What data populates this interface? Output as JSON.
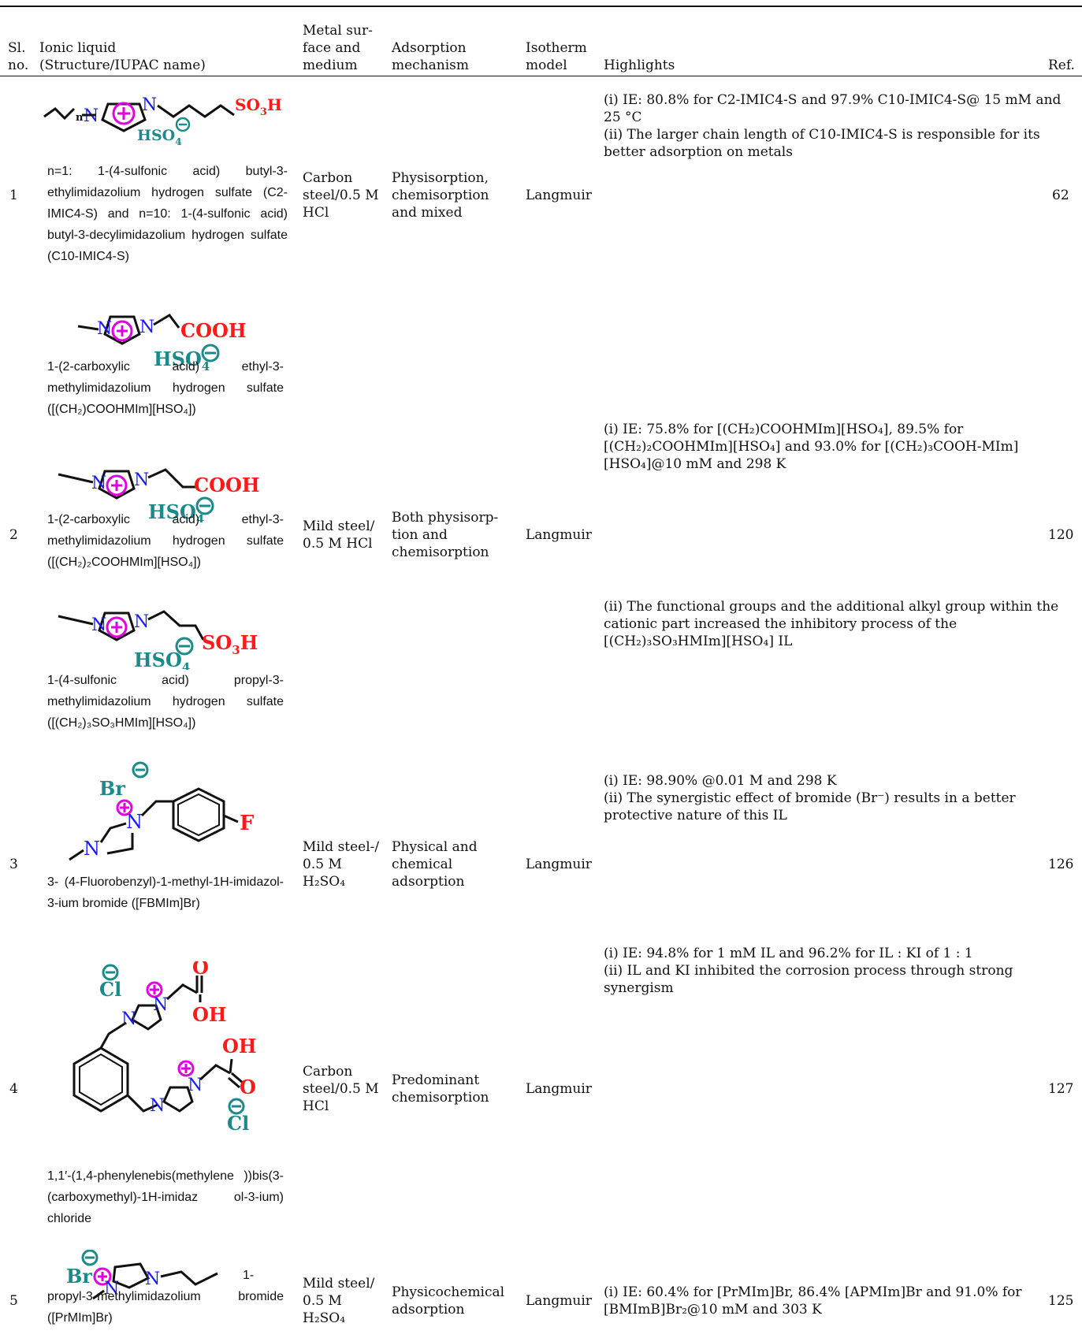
{
  "header": {
    "sl": "Sl. no.",
    "sl_1": "Sl.",
    "sl_2": "no.",
    "ionic_1": "Ionic liquid",
    "ionic_2": "(Structure/IUPAC name)",
    "metal_1": "Metal sur-",
    "metal_2": "face and",
    "metal_3": "medium",
    "ads_1": "Adsorption",
    "ads_2": "mechanism",
    "iso_1": "Isotherm",
    "iso_2": "model",
    "highlights": "Highlights",
    "ref": "Ref."
  },
  "rows": [
    {
      "no": "1",
      "names": [
        "n=1: 1-(4-sulfonic acid) butyl-3-ethylimidazolium hydrogen sulfate (C2-IMIC4-S) and n=10: 1-(4-sulfonic acid) butyl-3-decylimidazolium hydrogen sulfate (C10-IMIC4-S)"
      ],
      "metal": [
        "Carbon",
        "steel/0.5 M",
        "HCl"
      ],
      "ads": [
        "Physisorption,",
        "chemisorption",
        "and mixed"
      ],
      "iso": "Langmuir",
      "highlights": [
        "(i) IE: 80.8% for C2-IMIC4-S and 97.9% C10-IMIC4-S@ 15 mM and 25 °C",
        "(ii) The larger chain length of C10-IMIC4-S is responsible for its better adsorption on metals"
      ],
      "ref": "62"
    },
    {
      "no": "2",
      "names": [
        "1-(2-carboxylic acid) ethyl-3-methylimidazolium hydrogen sulfate ([(CH₂)COOHMIm][HSO₄])",
        "1-(2-carboxylic acid) ethyl-3-methylimidazolium hydrogen sulfate ([(CH₂)₂COOHMIm][HSO₄])",
        "1-(4-sulfonic acid) propyl-3-methylimidazolium hydrogen sulfate ([(CH₂)₃SO₃HMIm][HSO₄])"
      ],
      "metal": [
        "Mild steel/",
        "0.5 M HCl"
      ],
      "ads": [
        "Both physisorp-",
        "tion and",
        "chemisorption"
      ],
      "iso": "Langmuir",
      "highlights": [
        "(i) IE: 75.8% for [(CH₂)COOHMIm][HSO₄], 89.5% for [(CH₂)₂COOHMIm][HSO₄] and 93.0% for [(CH₂)₃COOH-MIm][HSO₄]@10 mM and 298 K",
        "(ii) The functional groups and the additional alkyl group within the cationic part increased the inhibitory process of the [(CH₂)₃SO₃HMIm][HSO₄] IL"
      ],
      "ref": "120"
    },
    {
      "no": "3",
      "names": [
        "3- (4-Fluorobenzyl)-1-methyl-1H-imidazol-3-ium bromide ([FBMIm]Br)"
      ],
      "metal": [
        "Mild steel-/",
        "0.5 M",
        "H₂SO₄"
      ],
      "ads": [
        "Physical and",
        "chemical",
        "adsorption"
      ],
      "iso": "Langmuir",
      "highlights": [
        "(i) IE: 98.90% @0.01 M and 298 K",
        "(ii) The synergistic effect of bromide (Br⁻) results in a better protective nature of this IL"
      ],
      "ref": "126"
    },
    {
      "no": "4",
      "names": [
        "1,1′-(1,4-phenylenebis(methylene ))bis(3-(carboxymethyl)-1H-imidaz ol-3-ium) chloride"
      ],
      "metal": [
        "Carbon",
        "steel/0.5 M",
        "HCl"
      ],
      "ads": [
        "Predominant",
        "chemisorption"
      ],
      "iso": "Langmuir",
      "highlights": [
        "(i) IE: 94.8% for 1 mM IL and 96.2% for IL : KI of 1 : 1",
        "(ii) IL and KI inhibited the corrosion process through strong synergism"
      ],
      "ref": "127"
    },
    {
      "no": "5",
      "names": [
        "1-propyl-3-methylimidazolium bromide ([PrMIm]Br)"
      ],
      "metal": [
        "Mild steel/",
        "0.5 M",
        "H₂SO₄"
      ],
      "ads": [
        "Physicochemical",
        "adsorption"
      ],
      "iso": "Langmuir",
      "highlights": [
        "(i) IE: 60.4% for [PrMIm]Br, 86.4% [APMIm]Br and 91.0% for [BMImB]Br₂@10 mM and 303 K"
      ],
      "ref": "125"
    }
  ],
  "structure_labels": {
    "n": "n",
    "N": "N",
    "plus": "⊕",
    "minus": "⊖",
    "so3h": "SO₃H",
    "hso4": "HSO₄",
    "cooh": "COOH",
    "br": "Br",
    "cl": "Cl",
    "f": "F",
    "o": "O",
    "oh": "OH"
  },
  "colors": {
    "cation": "#e000e0",
    "nitrogen": "#1a1aff",
    "anion": "#1a8a8a",
    "acid": "#ff1a1a"
  }
}
